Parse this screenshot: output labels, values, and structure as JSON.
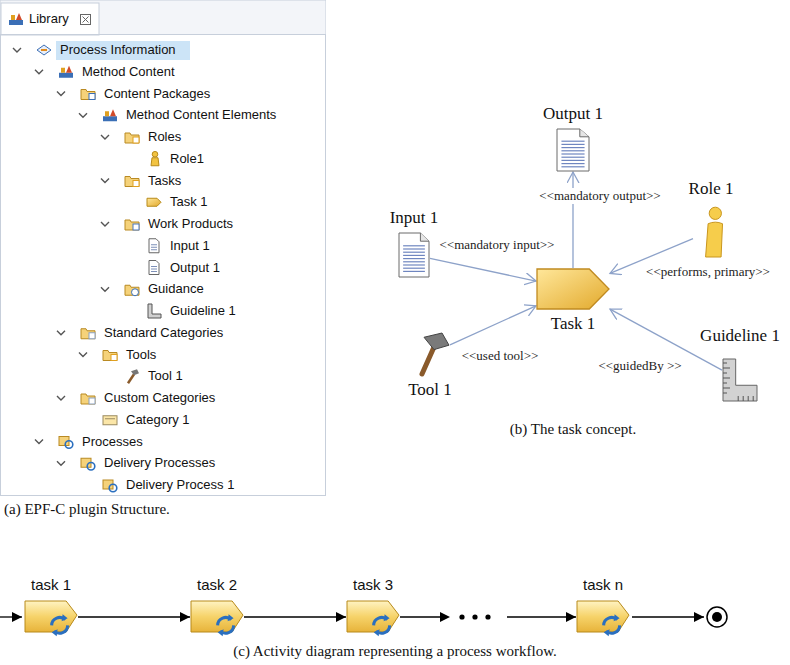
{
  "diagram": {
    "nodes": [
      {
        "text": [
          "Output 1"
        ]
      },
      {
        "text": [
          "Input 1"
        ]
      },
      {
        "text": [
          "Role 1"
        ]
      },
      {
        "text": [
          "Task 1"
        ]
      },
      {
        "text": [
          "Tool 1"
        ]
      },
      {
        "text": [
          "Guideline 1"
        ]
      },
      {
        "text": [
          "task 1"
        ]
      },
      {
        "text": [
          "task 2"
        ]
      },
      {
        "text": [
          "task 3"
        ]
      },
      {
        "text": [
          "task n"
        ]
      }
    ],
    "edges": [
      {
        "from": 1,
        "to": 3,
        "arrow": "to",
        "label": "<<mandatory input>>"
      },
      {
        "from": 3,
        "to": 0,
        "arrow": "to",
        "label": "<<mandatory output>>"
      },
      {
        "from": 2,
        "to": 3,
        "arrow": "to",
        "label": "<<performs, primary>>"
      },
      {
        "from": 4,
        "to": 3,
        "arrow": "to",
        "label": "<<used tool>>"
      },
      {
        "from": 5,
        "to": 3,
        "arrow": "to",
        "label": "<<guidedBy >>"
      },
      {
        "from": 6,
        "to": 7,
        "arrow": "to"
      },
      {
        "from": 7,
        "to": 8,
        "arrow": "to"
      },
      {
        "from": 8,
        "to": 9,
        "arrow": "to"
      }
    ],
    "labels": [
      "Library",
      "Process Information",
      "Method Content",
      "Content Packages",
      "Method Content Elements",
      "Roles",
      "Role1",
      "Tasks",
      "Task 1",
      "Work Products",
      "Input 1",
      "Output 1",
      "Guidance",
      "Guideline 1",
      "Standard Categories",
      "Tools",
      "Tool 1",
      "Custom Categories",
      "Category 1",
      "Processes",
      "Delivery Processes",
      "Delivery Process 1",
      "(a) EPF-C plugin Structure.",
      "(b) The task concept.",
      "(c) Activity diagram representing a process workflow."
    ]
  }
}
